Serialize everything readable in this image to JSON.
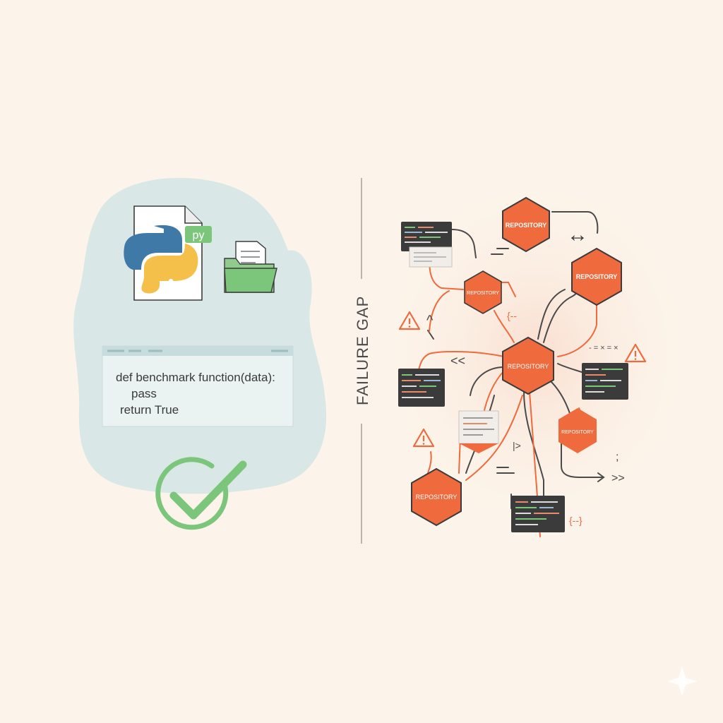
{
  "colors": {
    "background": "#fcf4ea",
    "blob": "#d9e8e6",
    "accent_orange": "#ef6a3d",
    "accent_green": "#7cc67c",
    "python_blue": "#3f79a8",
    "python_yellow": "#f4c04a",
    "terminal_dark": "#3b3b3b",
    "divider": "#9a9a9a"
  },
  "left_panel": {
    "python_file": {
      "extension_badge": "py",
      "icon": "python-logo-icon"
    },
    "folder": {
      "icon": "open-folder-icon"
    },
    "code": {
      "line1": "def benchmark function(data):",
      "line2": "pass",
      "line3": "return True"
    },
    "result_icon": "green-checkmark-icon"
  },
  "divider": {
    "label": "FAILURE GAP"
  },
  "right_panel": {
    "repo_labels": {
      "top": "REPOSITORY",
      "upper_right": "REPOSITORY",
      "upper_left": "REPOSITORY",
      "center": "REPOSITORY",
      "lower_right": "REPOSITORY",
      "lower_left": "REPOSITORY"
    },
    "symbols": {
      "double_arrow": "↔",
      "braces_1": "{--",
      "braces_2": "{--}",
      "chevrons_left": "<<",
      "chevrons_right": ">>",
      "caret_up": "^",
      "marker_bar": "|>",
      "dash_marks": "- = × = ×",
      "semicolon": ";"
    },
    "warning_icon": "warning-triangle-icon"
  }
}
